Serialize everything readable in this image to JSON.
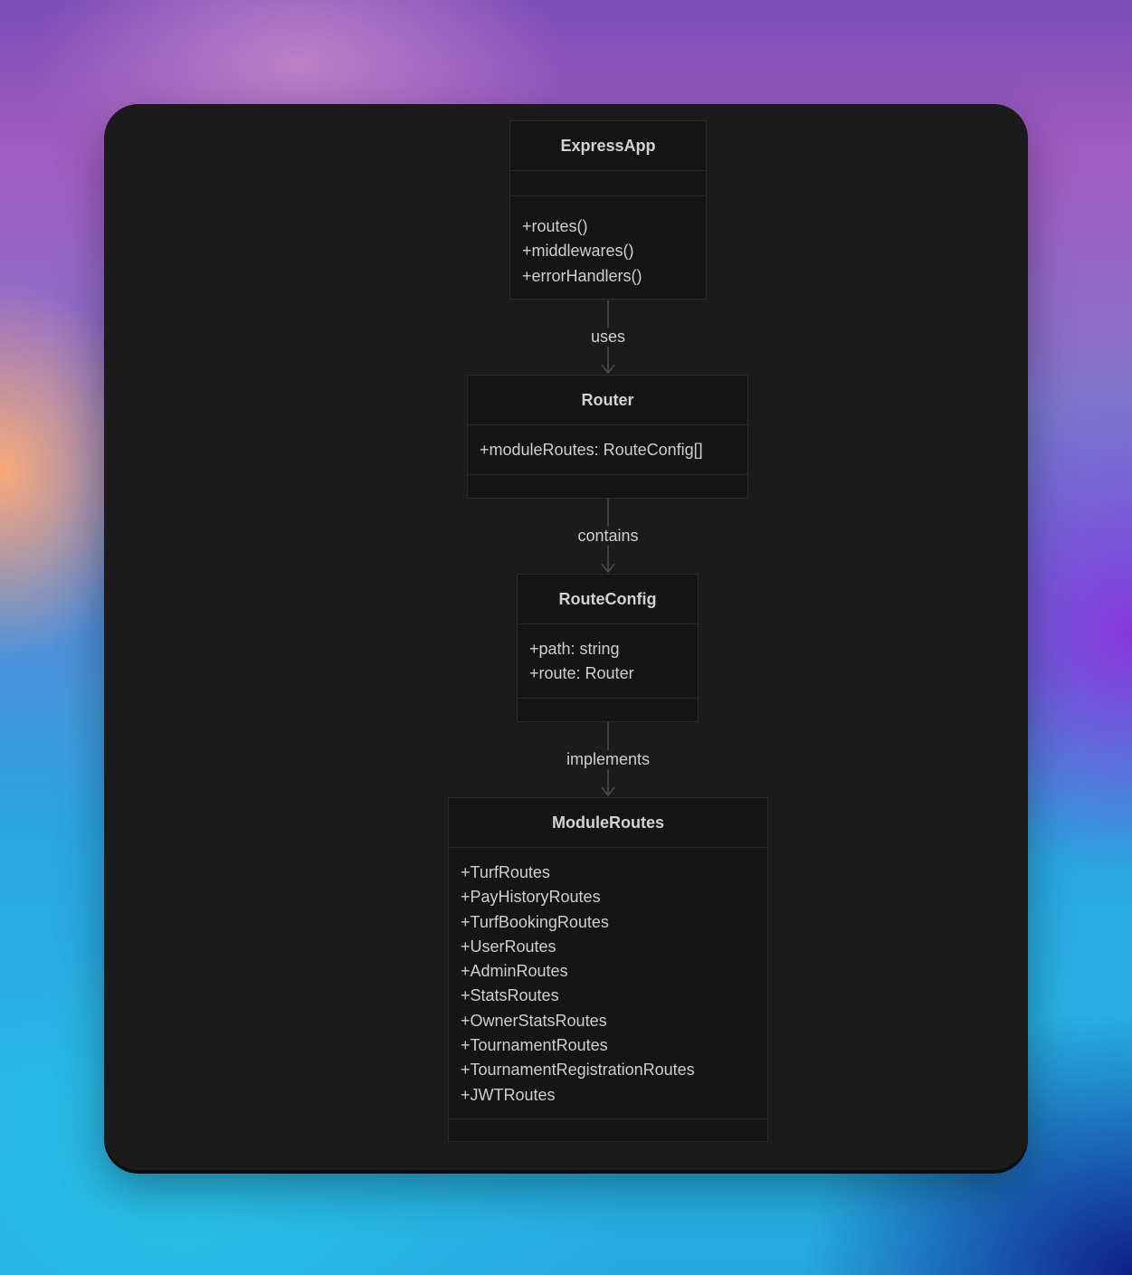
{
  "diagram": {
    "classes": [
      {
        "name": "ExpressApp",
        "attributes": [],
        "methods": [
          "+routes()",
          "+middlewares()",
          "+errorHandlers()"
        ]
      },
      {
        "name": "Router",
        "attributes": [
          "+moduleRoutes: RouteConfig[]"
        ],
        "methods": []
      },
      {
        "name": "RouteConfig",
        "attributes": [
          "+path: string",
          "+route: Router"
        ],
        "methods": []
      },
      {
        "name": "ModuleRoutes",
        "attributes": [
          "+TurfRoutes",
          "+PayHistoryRoutes",
          "+TurfBookingRoutes",
          "+UserRoutes",
          "+AdminRoutes",
          "+StatsRoutes",
          "+OwnerStatsRoutes",
          "+TournamentRoutes",
          "+TournamentRegistrationRoutes",
          "+JWTRoutes"
        ],
        "methods": []
      }
    ],
    "relations": [
      {
        "from": "ExpressApp",
        "to": "Router",
        "label": "uses"
      },
      {
        "from": "Router",
        "to": "RouteConfig",
        "label": "contains"
      },
      {
        "from": "RouteConfig",
        "to": "ModuleRoutes",
        "label": "implements"
      }
    ]
  },
  "colors": {
    "panel_background": "#1b1b1c",
    "node_background": "#151516",
    "node_border": "#2a2a2b",
    "edge": "#4a4a4b",
    "text": "#cfcfcf"
  }
}
